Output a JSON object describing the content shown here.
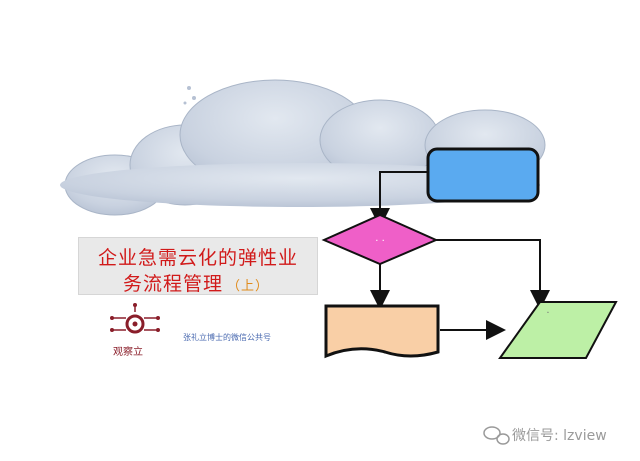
{
  "title": {
    "line1": "企业急需云化的弹性业",
    "line2": "务流程管理",
    "line2_suffix": "（上）"
  },
  "logo": {
    "label": "观察立"
  },
  "subtitle": "张礼立博士的微信公共号",
  "watermark": {
    "text": "微信号: lzview",
    "icon": "wechat-icon"
  },
  "colors": {
    "cloud": "#c9d2e0",
    "process": "#5aaaf0",
    "decision": "#ef5fc8",
    "document": "#f9cfa6",
    "data": "#bdf0a6",
    "title_text": "#d11a1a",
    "logo": "#8a1e2a",
    "subtitle": "#4a6ab0"
  },
  "decision_text": "· ·",
  "data_text": "·"
}
